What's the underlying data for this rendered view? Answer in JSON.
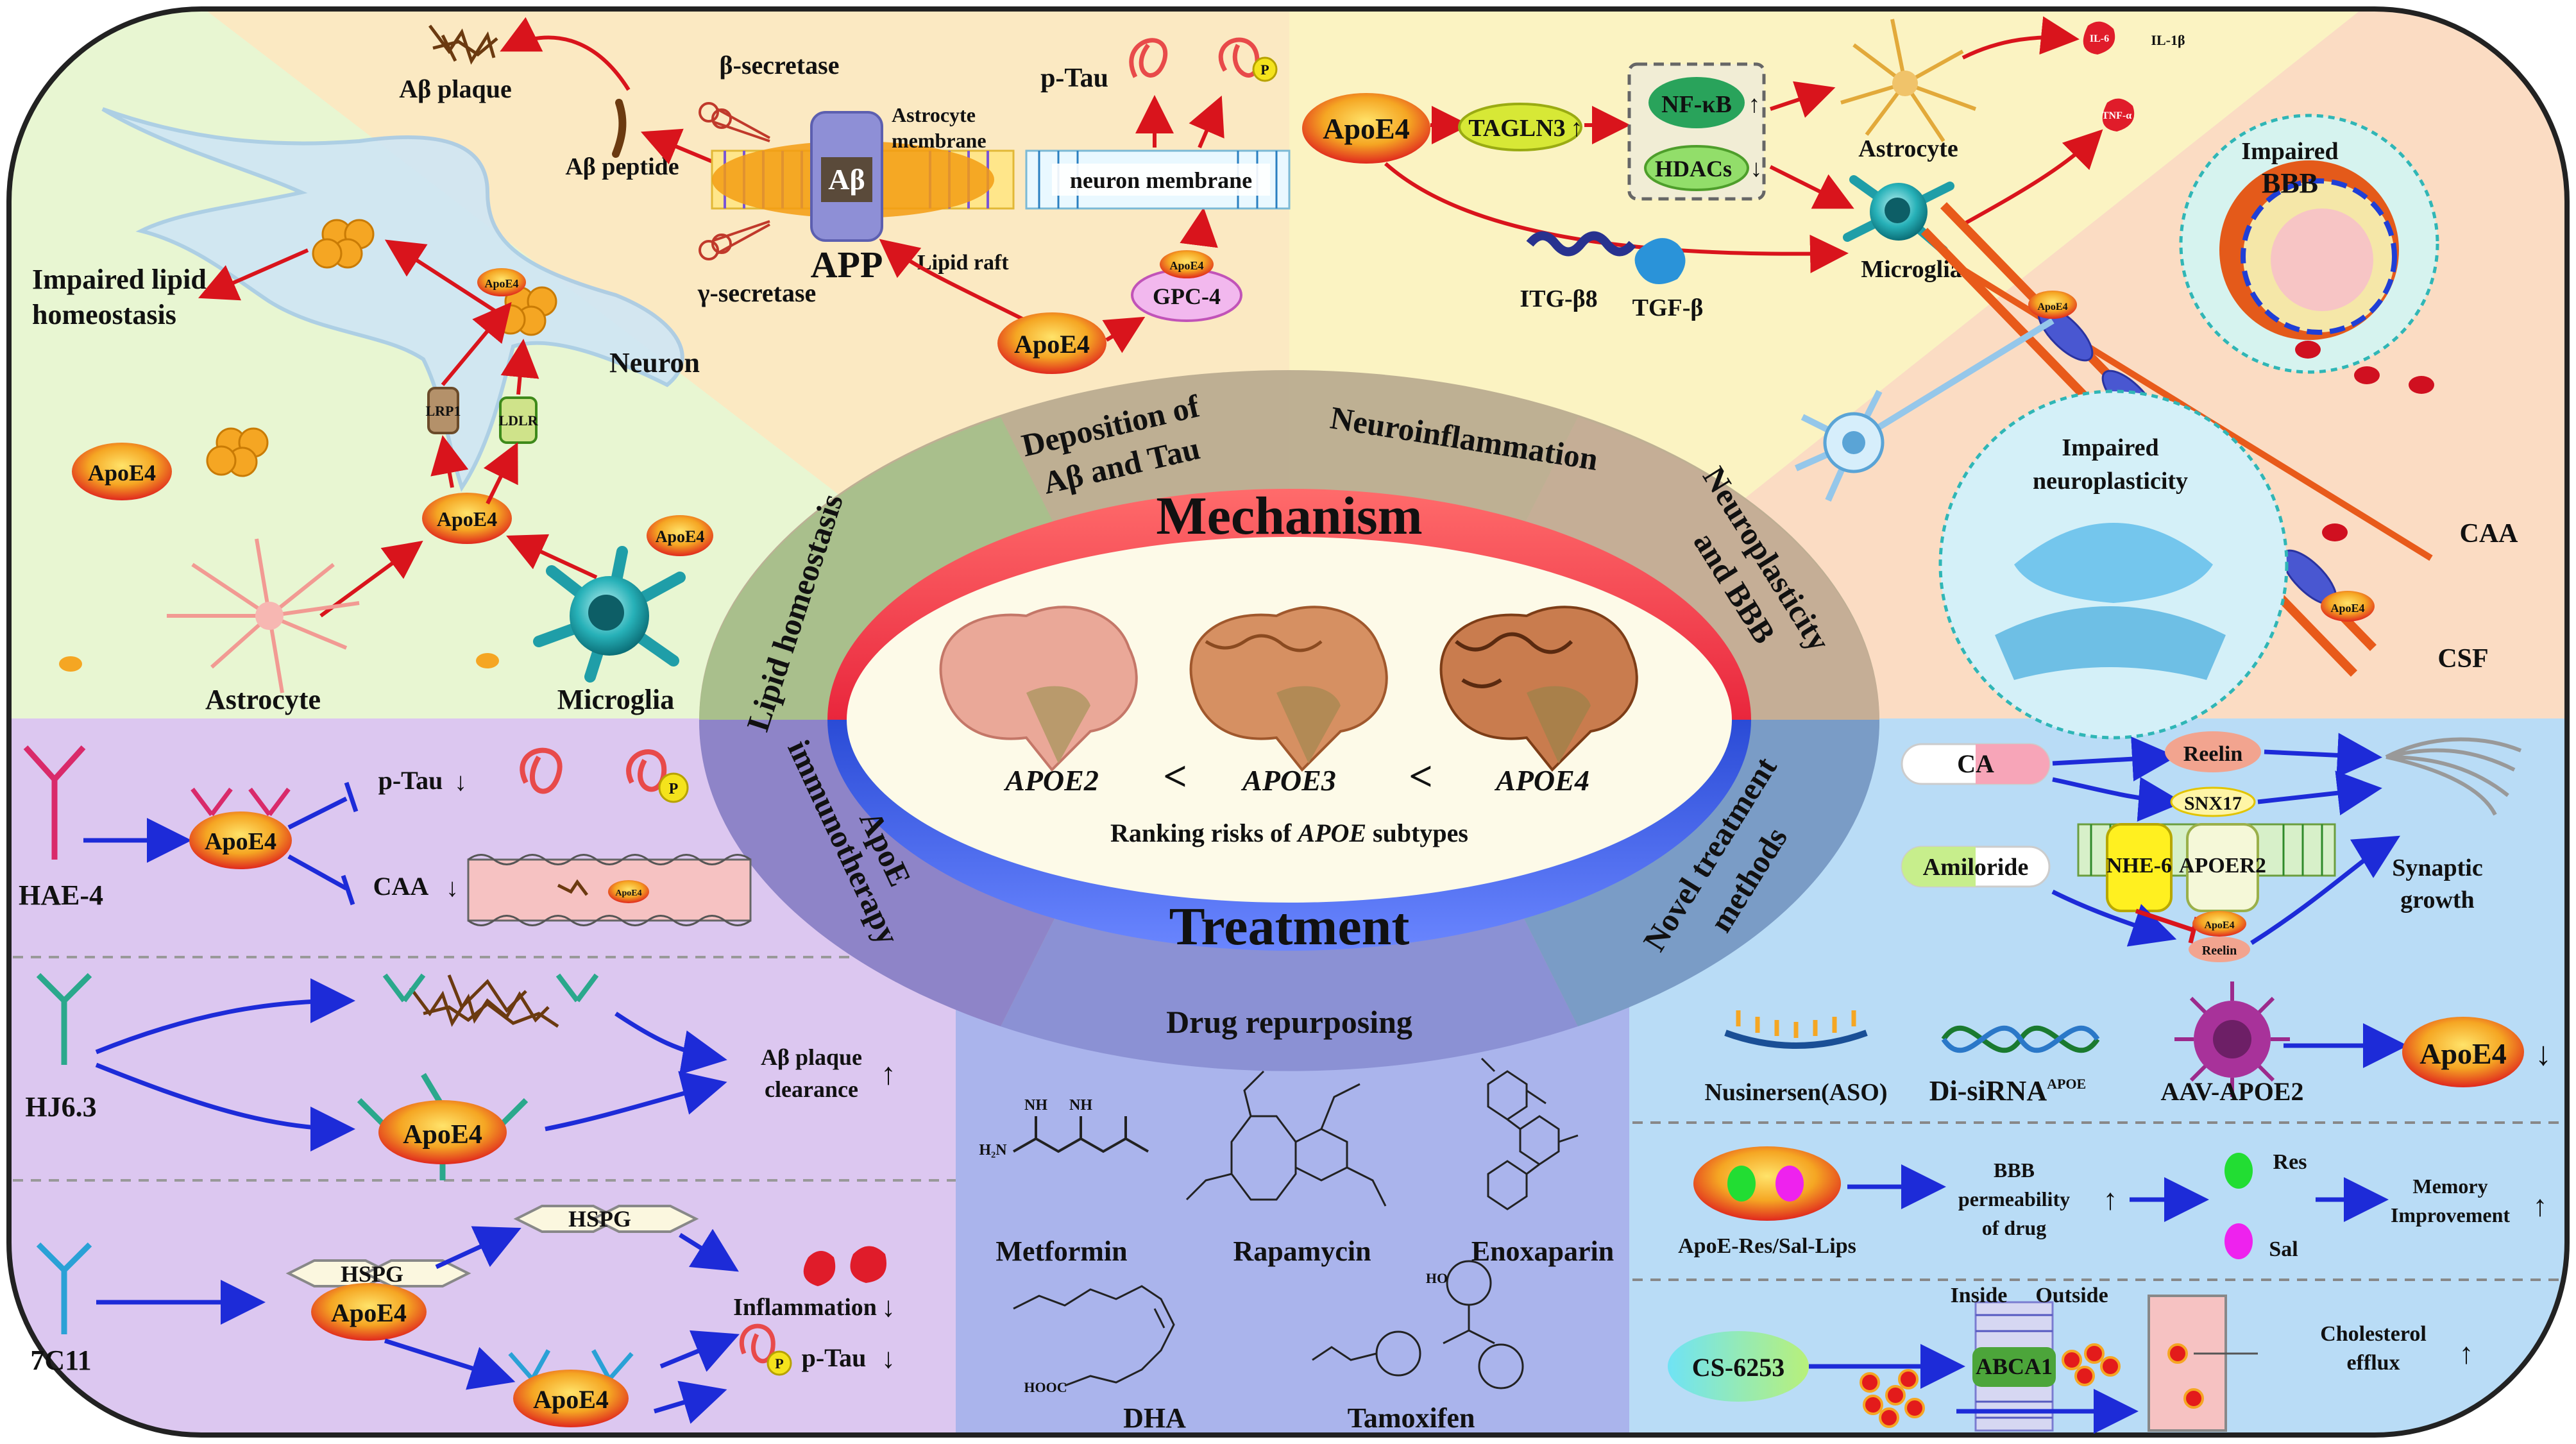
{
  "center": {
    "mechanism": "Mechanism",
    "treatment": "Treatment",
    "apoe2": "APOE2",
    "apoe3": "APOE3",
    "apoe4": "APOE4",
    "lt": "<",
    "ranking_prefix": "Ranking risks of ",
    "ranking_italic": "APOE",
    "ranking_suffix": " subtypes"
  },
  "ring": {
    "lipid_homeostasis": "Lipid homeostasis",
    "deposition_line1": "Deposition of",
    "deposition_line2": "Aβ and Tau",
    "neuroinflammation": "Neuroinflammation",
    "neuroplasticity_line1": "Neuroplasticity",
    "neuroplasticity_line2": "and BBB",
    "apoe_immuno_line1": "ApoE",
    "apoe_immuno_line2": "immunotherapy",
    "drug_repurposing": "Drug repurposing",
    "novel_line1": "Novel treatment",
    "novel_line2": "methods"
  },
  "lipid_panel": {
    "impaired_line1": "Impaired lipid",
    "impaired_line2": "homeostasis",
    "neuron": "Neuron",
    "astrocyte": "Astrocyte",
    "microglia": "Microglia",
    "apoe4": "ApoE4",
    "lrp1": "LRP1",
    "ldlr": "LDLR"
  },
  "deposition_panel": {
    "ab_plaque": "Aβ plaque",
    "beta_secretase": "β-secretase",
    "gamma_secretase": "γ-secretase",
    "ab_peptide": "Aβ peptide",
    "ab": "Aβ",
    "app": "APP",
    "astro_membrane_line1": "Astrocyte",
    "astro_membrane_line2": "membrane",
    "lipid_raft": "Lipid raft",
    "p_tau": "p-Tau",
    "neuron_membrane": "neuron membrane",
    "gpc4": "GPC-4",
    "apoe4": "ApoE4",
    "p": "P"
  },
  "inflammation_panel": {
    "apoe4": "ApoE4",
    "tagln3": "TAGLN3",
    "nfkb": "NF-κB",
    "hdacs": "HDACs",
    "astrocyte": "Astrocyte",
    "microglia": "Microglia",
    "itg": "ITG-β8",
    "tgf": "TGF-β",
    "il6": "IL-6",
    "il1b": "IL-1β",
    "tnf": "TNF-α"
  },
  "bbb_panel": {
    "impaired_bbb_line1": "Impaired",
    "impaired_bbb_line2": "BBB",
    "impaired_np_line1": "Impaired",
    "impaired_np_line2": "neuroplasticity",
    "caa": "CAA",
    "csf": "CSF",
    "apoe4": "ApoE4"
  },
  "immuno_panel": {
    "hae4": "HAE-4",
    "apoe4": "ApoE4",
    "p_tau": "p-Tau",
    "caa": "CAA",
    "hj63": "HJ6.3",
    "ab_clear_line1": "Aβ plaque",
    "ab_clear_line2": "clearance",
    "c7c11": "7C11",
    "hspg": "HSPG",
    "inflammation": "Inflammation",
    "p": "P"
  },
  "drug_panel": {
    "metformin": "Metformin",
    "rapamycin": "Rapamycin",
    "enoxaparin": "Enoxaparin",
    "dha": "DHA",
    "tamoxifen": "Tamoxifen",
    "h2n": "H₂N",
    "nh": "NH",
    "hooc": "HOOC",
    "ho": "HO"
  },
  "novel_panel": {
    "ca": "CA",
    "reelin": "Reelin",
    "snx17": "SNX17",
    "amiloride": "Amiloride",
    "nhe6": "NHE-6",
    "apoer2": "APOER2",
    "synaptic_line1": "Synaptic",
    "synaptic_line2": "growth",
    "apoe4": "ApoE4",
    "nusinersen": "Nusinersen(ASO)",
    "disirna": "Di-siRNA",
    "disirna_sup": "APOE",
    "aav": "AAV-APOE2",
    "apoe_res_sal": "ApoE-Res/Sal-Lips",
    "bbb_perm_line1": "BBB",
    "bbb_perm_line2": "permeability",
    "bbb_perm_line3": "of drug",
    "res": "Res",
    "sal": "Sal",
    "memory_line1": "Memory",
    "memory_line2": "Improvement",
    "cs6253": "CS-6253",
    "inside": "Inside",
    "outside": "Outside",
    "abca1": "ABCA1",
    "chol_line1": "Cholesterol",
    "chol_line2": "efflux"
  }
}
